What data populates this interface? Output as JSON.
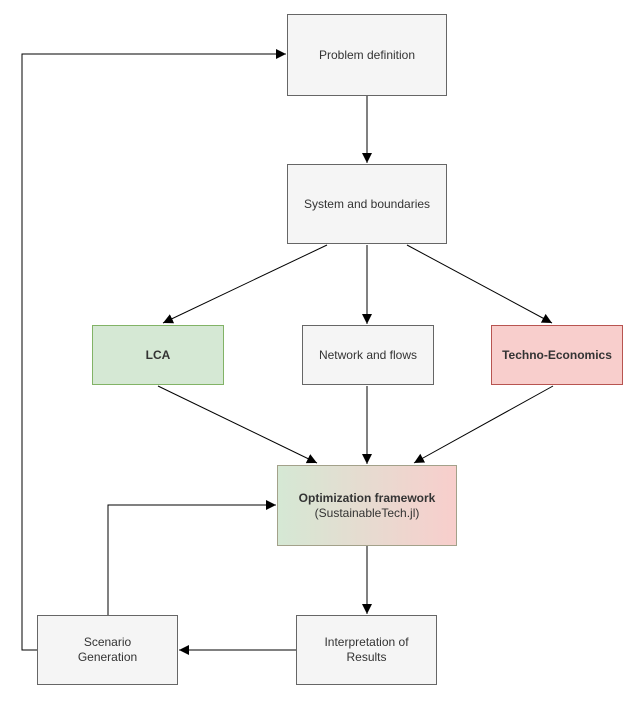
{
  "diagram": {
    "type": "flowchart",
    "nodes": {
      "problem_definition": {
        "label": "Problem definition"
      },
      "system_boundaries": {
        "label": "System and boundaries"
      },
      "lca": {
        "label": "LCA"
      },
      "network_flows": {
        "label": "Network and flows"
      },
      "techno_economics": {
        "label": "Techno-Economics"
      },
      "optimization_framework": {
        "label": "Optimization framework",
        "sublabel": "(SustainableTech.jl)"
      },
      "scenario_generation": {
        "line1": "Scenario",
        "line2": "Generation"
      },
      "interpretation_results": {
        "line1": "Interpretation of",
        "line2": "Results"
      }
    },
    "edges": [
      {
        "from": "problem_definition",
        "to": "system_boundaries"
      },
      {
        "from": "system_boundaries",
        "to": "lca"
      },
      {
        "from": "system_boundaries",
        "to": "network_flows"
      },
      {
        "from": "system_boundaries",
        "to": "techno_economics"
      },
      {
        "from": "lca",
        "to": "optimization_framework"
      },
      {
        "from": "network_flows",
        "to": "optimization_framework"
      },
      {
        "from": "techno_economics",
        "to": "optimization_framework"
      },
      {
        "from": "optimization_framework",
        "to": "interpretation_results"
      },
      {
        "from": "interpretation_results",
        "to": "scenario_generation"
      },
      {
        "from": "scenario_generation",
        "to": "optimization_framework"
      },
      {
        "from": "scenario_generation",
        "to": "problem_definition"
      }
    ],
    "colors": {
      "background": "#ffffff",
      "gray_fill": "#f5f5f5",
      "gray_border": "#666666",
      "green_fill": "#d5e8d4",
      "green_border": "#82b366",
      "red_fill": "#f8cecc",
      "red_border": "#b85450",
      "gradient_left": "#d5e8d4",
      "gradient_right": "#f8cecc",
      "gradient_border": "#a3a18a",
      "arrow": "#000000",
      "text": "#333333"
    }
  }
}
